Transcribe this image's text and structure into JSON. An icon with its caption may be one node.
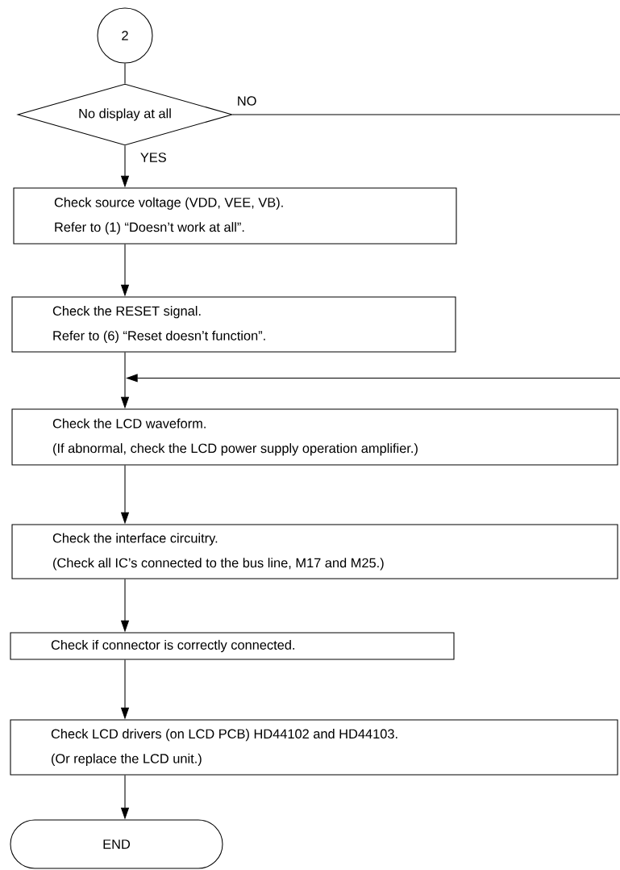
{
  "diagram": {
    "nodes": [
      {
        "text": [
          "2"
        ]
      },
      {
        "text": [
          "No display at all"
        ]
      },
      {
        "text": [
          "Check source voltage (VDD, VEE, VB).",
          "Refer to (1) “Doesn’t work at all”."
        ]
      },
      {
        "text": [
          "Check the RESET signal.",
          "Refer to (6) “Reset doesn’t function”."
        ]
      },
      {
        "text": [
          "Check the LCD waveform.",
          "(If abnormal, check the LCD power supply operation amplifier.)"
        ]
      },
      {
        "text": [
          "Check the interface circuitry.",
          "(Check all IC’s connected to the bus line, M17 and M25.)"
        ]
      },
      {
        "text": [
          "Check if connector is correctly connected."
        ]
      },
      {
        "text": [
          "Check LCD drivers (on LCD PCB) HD44102 and HD44103.",
          "(Or replace the LCD unit.)"
        ]
      },
      {
        "text": [
          "END"
        ]
      }
    ],
    "edges": [
      {
        "from": 0,
        "to": 1,
        "arrow": "none"
      },
      {
        "from": 1,
        "to": 2,
        "arrow": "to",
        "label": "YES"
      },
      {
        "from": 1,
        "to": null,
        "arrow": "none",
        "label": "NO"
      },
      {
        "from": 2,
        "to": 3,
        "arrow": "to"
      },
      {
        "from": null,
        "to": 4,
        "arrow": "to"
      },
      {
        "from": 3,
        "to": 4,
        "arrow": "to"
      },
      {
        "from": 4,
        "to": 5,
        "arrow": "to"
      },
      {
        "from": 5,
        "to": 6,
        "arrow": "to"
      },
      {
        "from": 6,
        "to": 7,
        "arrow": "to"
      },
      {
        "from": 7,
        "to": 8,
        "arrow": "to"
      }
    ]
  }
}
